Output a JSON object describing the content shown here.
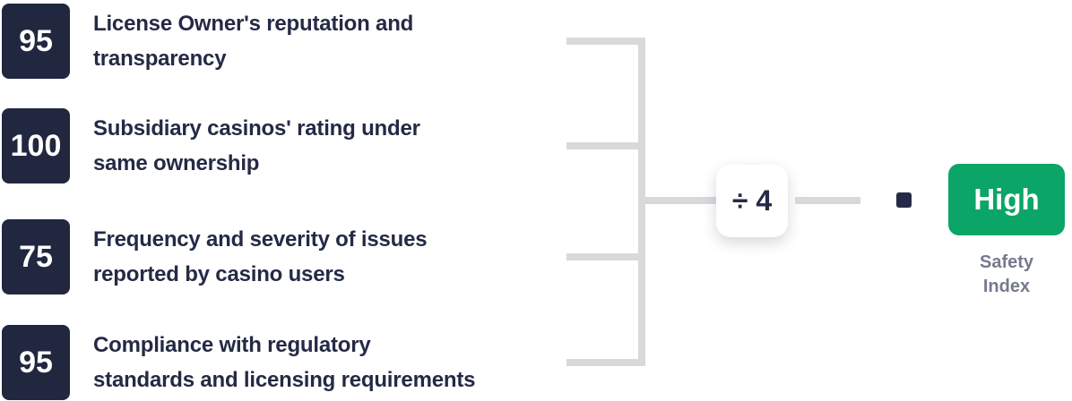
{
  "colors": {
    "navy": "#222740",
    "label_text": "#242A45",
    "connector_gray": "#D9D9DC",
    "badge_green": "#0BA567",
    "caption_gray": "#757A8D",
    "badge_text": "#FFFFFF"
  },
  "factors": [
    {
      "score": "95",
      "line1": "License Owner's reputation and",
      "line2": "transparency"
    },
    {
      "score": "100",
      "line1": "Subsidiary casinos' rating under",
      "line2": "same ownership"
    },
    {
      "score": "75",
      "line1": "Frequency and severity of issues",
      "line2": "reported by casino users"
    },
    {
      "score": "95",
      "line1": "Compliance with regulatory",
      "line2": "standards and licensing requirements"
    }
  ],
  "operator": {
    "label": "÷ 4"
  },
  "result": {
    "badge": "High",
    "caption_line1": "Safety",
    "caption_line2": "Index"
  }
}
